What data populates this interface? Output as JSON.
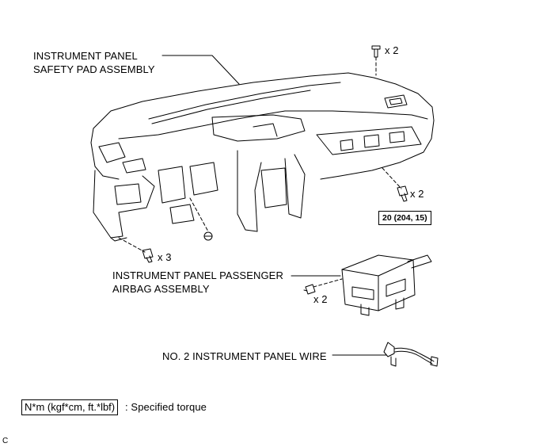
{
  "labels": {
    "safety_pad_line1": "INSTRUMENT PANEL",
    "safety_pad_line2": "SAFETY PAD ASSEMBLY",
    "passenger_airbag_line1": "INSTRUMENT PANEL PASSENGER",
    "passenger_airbag_line2": "AIRBAG ASSEMBLY",
    "wire": "NO. 2 INSTRUMENT PANEL WIRE"
  },
  "quantities": {
    "top_screw": "x 2",
    "right_bolt": "x 2",
    "left_bolt": "x 3",
    "airbag_bolt": "x 2"
  },
  "torque": {
    "right_bolt": "20 (204, 15)"
  },
  "legend": {
    "unit_box": "N*m (kgf*cm, ft.*lbf)",
    "description": ": Specified torque"
  },
  "figure_code": "C"
}
